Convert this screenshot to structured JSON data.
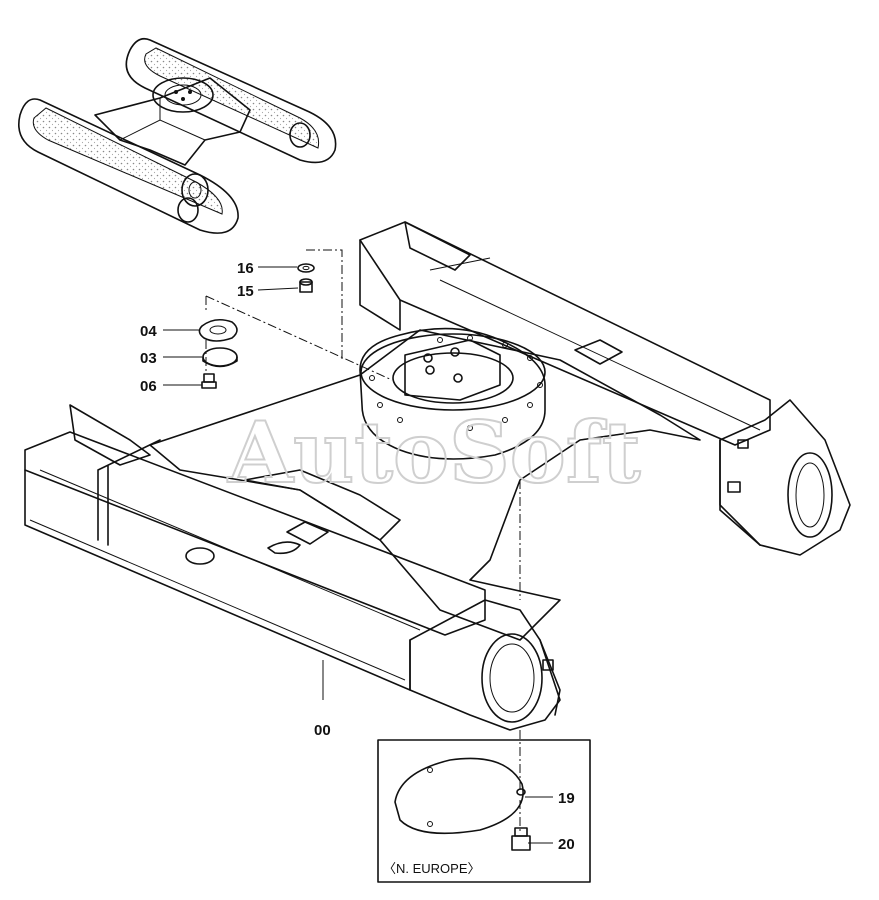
{
  "watermark": "AutoSoft",
  "callouts": [
    {
      "id": "16",
      "text": "16"
    },
    {
      "id": "15",
      "text": "15"
    },
    {
      "id": "04",
      "text": "04"
    },
    {
      "id": "03",
      "text": "03"
    },
    {
      "id": "06",
      "text": "06"
    },
    {
      "id": "00",
      "text": "00"
    },
    {
      "id": "19",
      "text": "19"
    },
    {
      "id": "20",
      "text": "20"
    }
  ],
  "inset_caption": "〈N. EUROPE〉"
}
